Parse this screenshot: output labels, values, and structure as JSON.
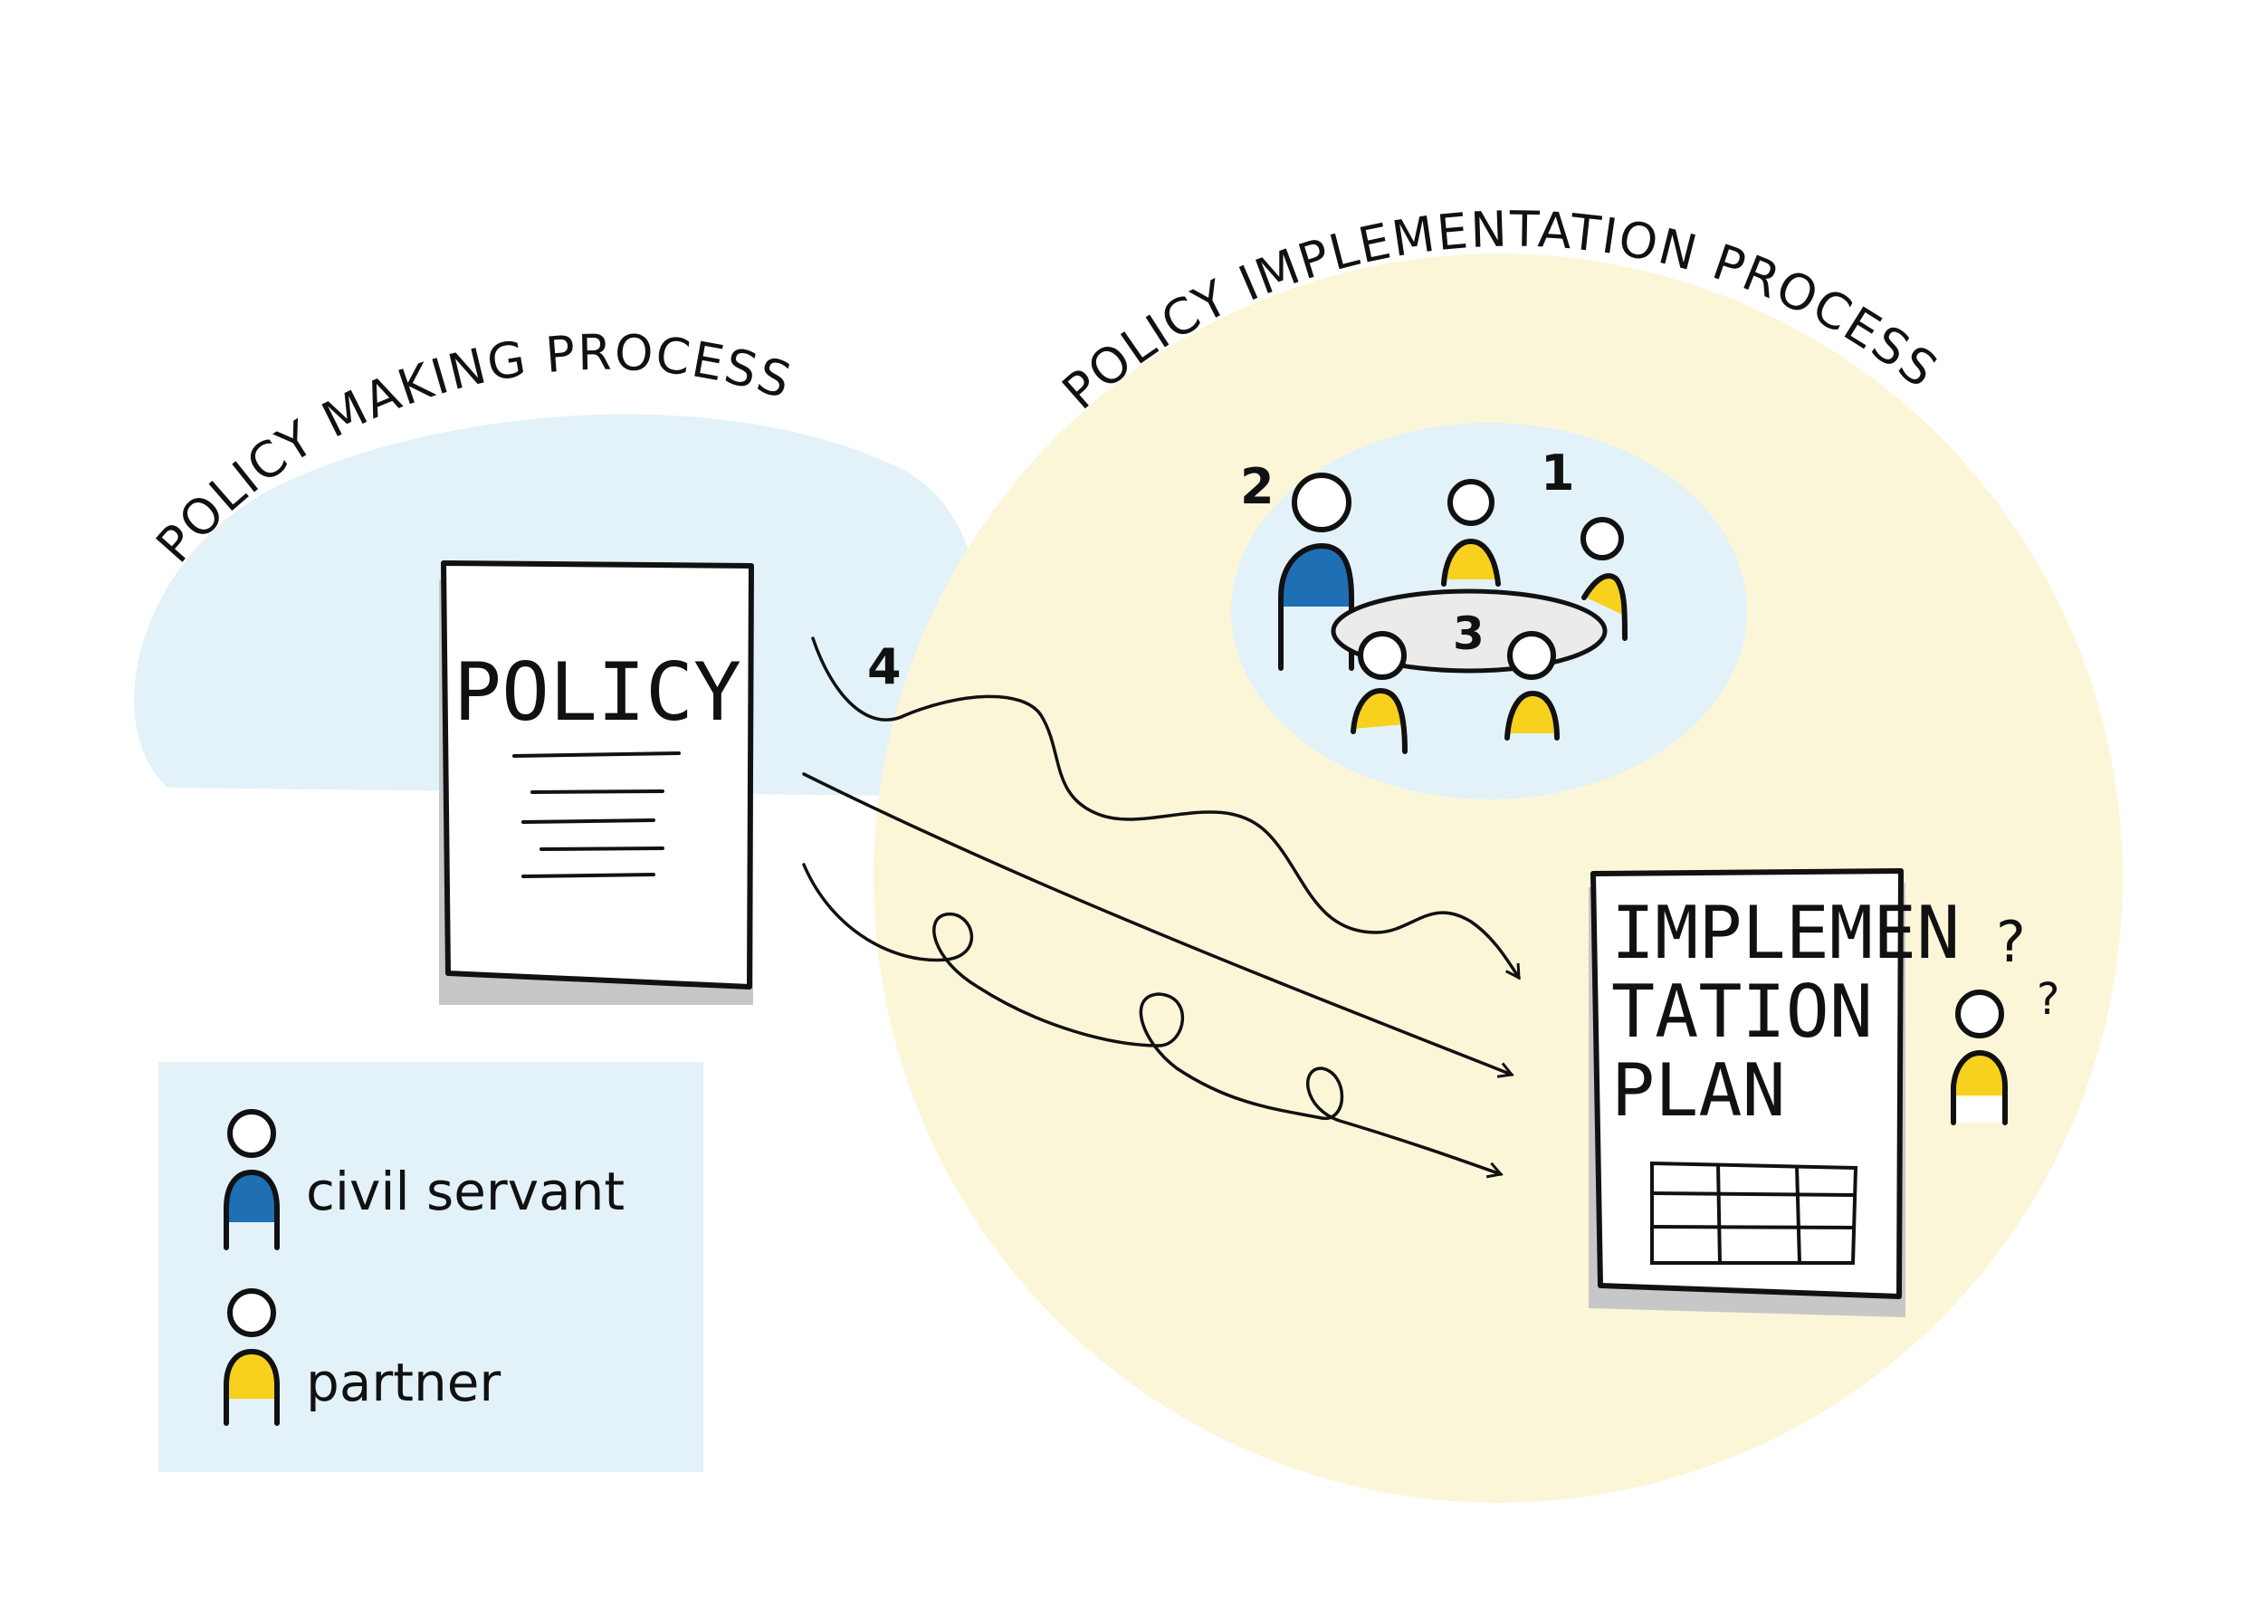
{
  "policy_making": {
    "title": "POLICY MAKING PROCESS",
    "color": "#e3f1f9"
  },
  "policy_implementation": {
    "title": "POLICY IMPLEMENTATION PROCESS",
    "color": "#fcf6d9"
  },
  "policy_document": {
    "title": "POLICY"
  },
  "implementation_plan": {
    "line1": "IMPLEMEN",
    "line2": "TATION",
    "line3": "PLAN"
  },
  "meeting": {
    "color": "#e3f1f9",
    "label_1": "1",
    "label_2": "2",
    "label_3": "3",
    "label_4": "4"
  },
  "question_marks": {
    "q1": "?",
    "q2": "?"
  },
  "legend": {
    "civil_servant": "civil servant",
    "partner": "partner",
    "civil_servant_color": "#1f6fb5",
    "partner_color": "#f7d11e"
  }
}
